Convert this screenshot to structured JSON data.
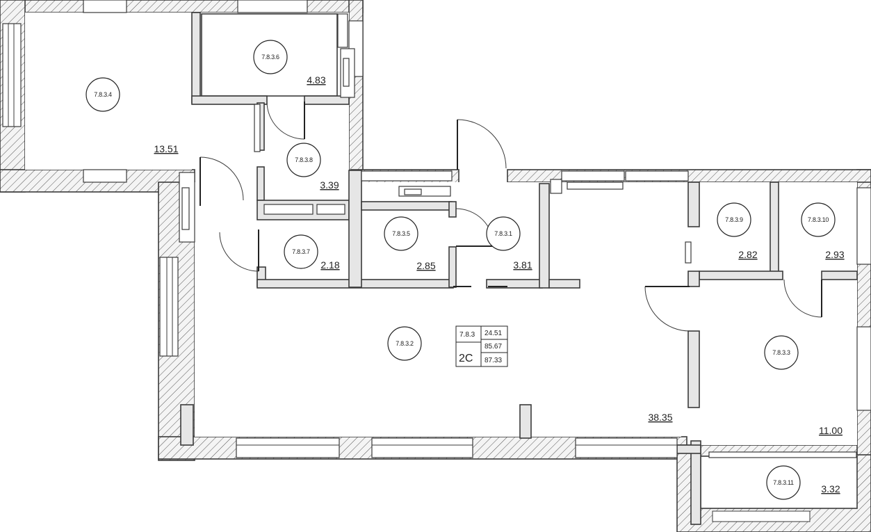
{
  "rooms": [
    {
      "id": "7.8.3.4",
      "area": "13.51"
    },
    {
      "id": "7.8.3.6",
      "area": "4.83"
    },
    {
      "id": "7.8.3.8",
      "area": "3.39"
    },
    {
      "id": "7.8.3.7",
      "area": "2.18"
    },
    {
      "id": "7.8.3.5",
      "area": "2.85"
    },
    {
      "id": "7.8.3.1",
      "area": "3.81"
    },
    {
      "id": "7.8.3.9",
      "area": "2.82"
    },
    {
      "id": "7.8.3.10",
      "area": "2.93"
    },
    {
      "id": "7.8.3.2",
      "area": "38.35"
    },
    {
      "id": "7.8.3.3",
      "area": "11.00"
    },
    {
      "id": "7.8.3.11",
      "area": "3.32"
    }
  ],
  "summary": {
    "apartment": "7.8.3",
    "type": "2С",
    "living_area": "24.51",
    "total_area": "85.67",
    "total_with_balcony": "87.33"
  }
}
